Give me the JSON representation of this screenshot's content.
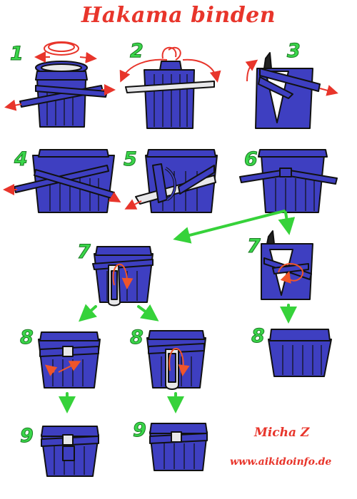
{
  "title": "Hakama binden",
  "steps": [
    {
      "number": "1"
    },
    {
      "number": "2"
    },
    {
      "number": "3"
    },
    {
      "number": "4"
    },
    {
      "number": "5"
    },
    {
      "number": "6"
    },
    {
      "number": "7"
    },
    {
      "number": "7"
    },
    {
      "number": "8"
    },
    {
      "number": "8"
    },
    {
      "number": "8"
    },
    {
      "number": "9"
    },
    {
      "number": "9"
    }
  ],
  "author": "Micha Z",
  "website": "www.aikidoinfo.de",
  "colors": {
    "title": "#e8352b",
    "step_number": "#3ad64a",
    "hakama": "#3e3fc1",
    "outline": "#111111",
    "arrow_red": "#e8352b",
    "arrow_orange": "#f0552a",
    "arrow_green": "#36d23a",
    "white_belt": "#e8e8ea"
  }
}
